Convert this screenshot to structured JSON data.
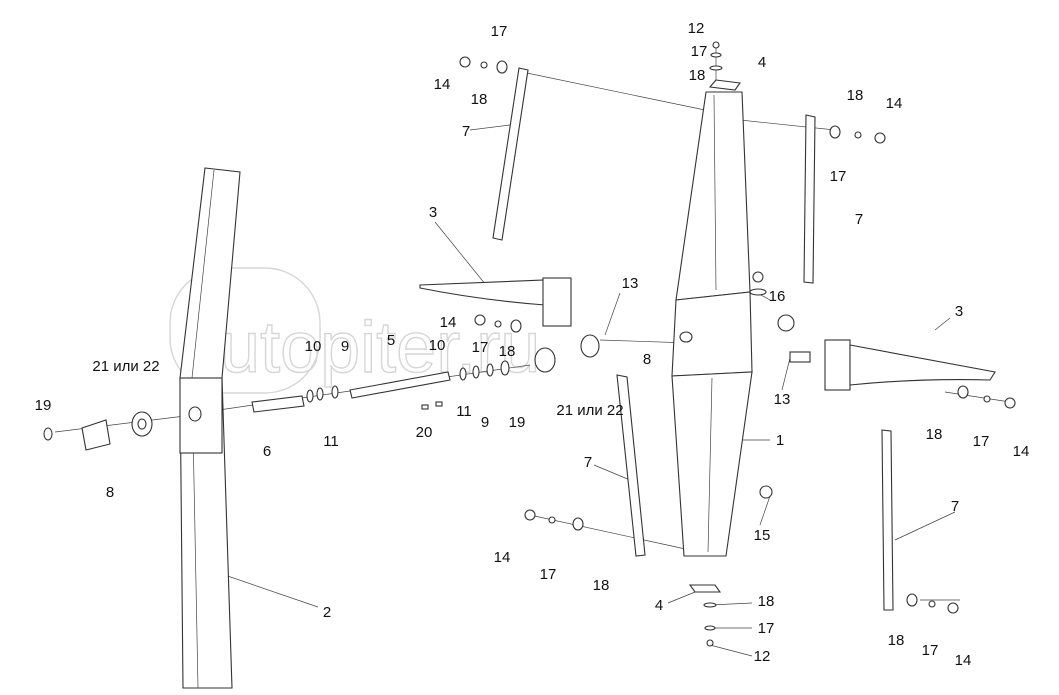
{
  "diagram": {
    "watermark": "autopiter.ru",
    "labels": [
      "12",
      "17",
      "18",
      "4",
      "17",
      "14",
      "18",
      "7",
      "18",
      "14",
      "17",
      "7",
      "3",
      "13",
      "16",
      "3",
      "14",
      "10",
      "9",
      "5",
      "10",
      "17",
      "18",
      "8",
      "13",
      "21 или 22",
      "19",
      "6",
      "11",
      "11",
      "9",
      "19",
      "20",
      "21 или 22",
      "1",
      "18",
      "17",
      "14",
      "8",
      "7",
      "15",
      "7",
      "14",
      "17",
      "18",
      "4",
      "18",
      "17",
      "12",
      "2",
      "18",
      "17",
      "14"
    ]
  }
}
